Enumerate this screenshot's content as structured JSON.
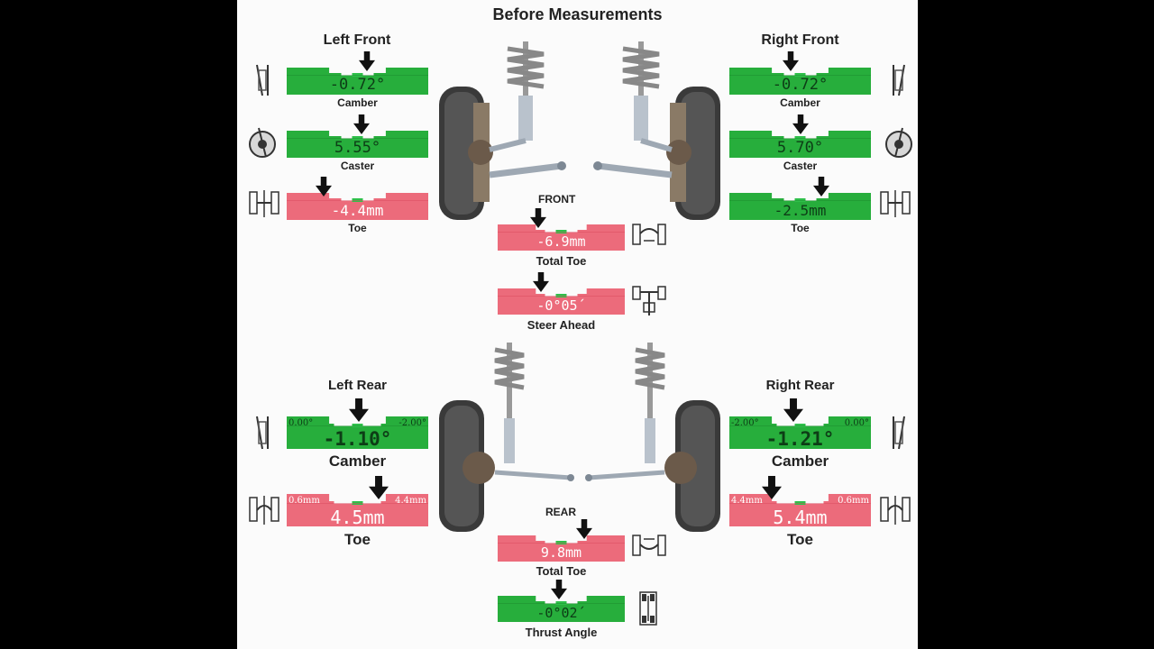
{
  "title": "Before Measurements",
  "colors": {
    "green": "#27ae3c",
    "green_dark": "#1b8a2c",
    "red": "#ec6b7b",
    "red_dark": "#d94a5d",
    "notch": "#2fc04a"
  },
  "left_front": {
    "title": "Left Front",
    "camber": {
      "label": "Camber",
      "value": "-0.72°"
    },
    "caster": {
      "label": "Caster",
      "value": "5.55°"
    },
    "toe": {
      "label": "Toe",
      "value": "-4.4mm"
    }
  },
  "right_front": {
    "title": "Right Front",
    "camber": {
      "label": "Camber",
      "value": "-0.72°"
    },
    "caster": {
      "label": "Caster",
      "value": "5.70°"
    },
    "toe": {
      "label": "Toe",
      "value": "-2.5mm"
    }
  },
  "front": {
    "label": "FRONT",
    "total_toe": {
      "label": "Total Toe",
      "value": "-6.9mm"
    },
    "steer_ahead": {
      "label": "Steer Ahead",
      "value": "-0°05´"
    }
  },
  "left_rear": {
    "title": "Left Rear",
    "camber": {
      "label": "Camber",
      "value": "-1.10°",
      "min": "0.00°",
      "max": "-2.00°"
    },
    "toe": {
      "label": "Toe",
      "value": "4.5mm",
      "min": "0.6mm",
      "max": "4.4mm"
    }
  },
  "right_rear": {
    "title": "Right Rear",
    "camber": {
      "label": "Camber",
      "value": "-1.21°",
      "min": "-2.00°",
      "max": "0.00°"
    },
    "toe": {
      "label": "Toe",
      "value": "5.4mm",
      "min": "4.4mm",
      "max": "0.6mm"
    }
  },
  "rear": {
    "label": "REAR",
    "total_toe": {
      "label": "Total Toe",
      "value": "9.8mm"
    },
    "thrust_angle": {
      "label": "Thrust Angle",
      "value": "-0°02´"
    }
  },
  "icons": [
    "camber-icon",
    "caster-icon",
    "toe-icon",
    "total-toe-icon",
    "steer-ahead-icon",
    "thrust-angle-icon",
    "wheel-suspension-icon"
  ]
}
